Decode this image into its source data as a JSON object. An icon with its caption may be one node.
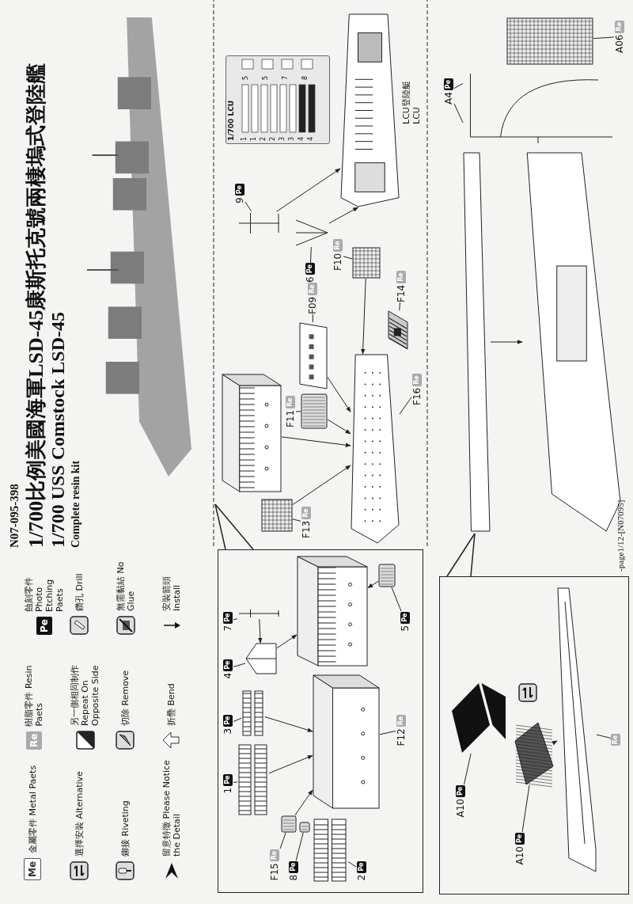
{
  "diagram": {
    "title": "1/700比例美國海軍LSD-45康斯托克號兩棲塢式登陸艦",
    "nodes": [
      {
        "text": [],
        "shape": "picture"
      },
      {
        "text": [],
        "shape": "box"
      },
      {
        "text": [
          "1",
          "Pe"
        ],
        "in": 1
      },
      {
        "text": [],
        "shape": "picture",
        "in": 1
      },
      {
        "text": [
          "2",
          "Pe"
        ],
        "in": 1
      },
      {
        "text": [],
        "shape": "picture",
        "in": 1
      },
      {
        "text": [
          "3",
          "Pe"
        ],
        "in": 1
      },
      {
        "text": [],
        "shape": "picture",
        "in": 1
      },
      {
        "text": [
          "F15",
          "Re"
        ],
        "in": 1
      },
      {
        "text": [],
        "shape": "picture",
        "in": 1
      },
      {
        "text": [
          "8",
          "Pe"
        ],
        "in": 1
      },
      {
        "text": [],
        "shape": "picture",
        "in": 1
      },
      {
        "text": [],
        "shape": "picture",
        "in": 1
      },
      {
        "text": [
          "F12",
          "Re"
        ],
        "in": 1
      },
      {
        "text": [
          "7",
          "Pe"
        ],
        "in": 1
      },
      {
        "text": [],
        "shape": "picture",
        "in": 1
      },
      {
        "text": [
          "4",
          "Pe"
        ],
        "in": 1
      },
      {
        "text": [],
        "shape": "picture",
        "in": 1
      },
      {
        "text": [],
        "shape": "picture",
        "in": 1
      },
      {
        "text": [
          "5",
          "Pe"
        ],
        "in": 1
      },
      {
        "text": [],
        "shape": "picture",
        "in": 1
      },
      {
        "text": [],
        "shape": "picture"
      },
      {
        "text": [
          "F13",
          "Re"
        ]
      },
      {
        "text": [],
        "shape": "picture"
      },
      {
        "text": [],
        "shape": "picture"
      },
      {
        "text": [
          "F11",
          "Re"
        ]
      },
      {
        "text": [],
        "shape": "picture"
      },
      {
        "text": [
          "F09",
          "Re"
        ]
      },
      {
        "text": [],
        "shape": "picture"
      },
      {
        "text": [
          "F16",
          "Re"
        ]
      },
      {
        "text": [
          "F10",
          "Re"
        ]
      },
      {
        "text": [],
        "shape": "picture"
      },
      {
        "text": [],
        "shape": "picture"
      },
      {
        "text": [
          "F14",
          "Re"
        ]
      },
      {
        "text": [
          "9",
          "Pe"
        ]
      },
      {
        "text": [],
        "shape": "picture"
      },
      {
        "text": [
          "6",
          "Pe"
        ]
      },
      {
        "text": [],
        "shape": "picture"
      },
      {
        "text": [],
        "shape": "picture",
        "beside": [
          "LCU登陸艇",
          "LCU"
        ]
      },
      {
        "text": [
          "A4",
          "Pe"
        ]
      },
      {
        "text": [],
        "shape": "picture"
      },
      {
        "text": [
          "A06",
          "Re"
        ]
      },
      {
        "text": [],
        "shape": "picture"
      },
      {
        "text": [],
        "shape": "picture"
      },
      {
        "text": [],
        "shape": "picture"
      },
      {
        "text": [],
        "shape": "box"
      },
      {
        "text": [
          "A10",
          "Pe"
        ],
        "in": 45
      },
      {
        "text": [],
        "shape": "picture",
        "in": 45
      },
      {
        "text": [
          "A10",
          "Pe"
        ],
        "in": 45
      },
      {
        "text": [],
        "shape": "picture",
        "in": 45
      },
      {
        "text": [
          "Re"
        ],
        "in": 45
      },
      {
        "text": [],
        "shape": "picture",
        "in": 45
      }
    ],
    "edges": [
      {
        "from": 2,
        "to": 3,
        "arrow": "none"
      },
      {
        "from": 4,
        "to": 5,
        "arrow": "none"
      },
      {
        "from": 6,
        "to": 7,
        "arrow": "none"
      },
      {
        "from": 8,
        "to": 9,
        "arrow": "none"
      },
      {
        "from": 10,
        "to": 11,
        "arrow": "none"
      },
      {
        "from": 13,
        "to": 12,
        "arrow": "none"
      },
      {
        "from": 14,
        "to": 15,
        "arrow": "none"
      },
      {
        "from": 16,
        "to": 17,
        "arrow": "none"
      },
      {
        "from": 19,
        "to": 20,
        "arrow": "none"
      },
      {
        "from": 3,
        "to": 12,
        "arrow": "to"
      },
      {
        "from": 7,
        "to": 12,
        "arrow": "to"
      },
      {
        "from": 9,
        "to": 12,
        "arrow": "to"
      },
      {
        "from": 15,
        "to": 17,
        "arrow": "to"
      },
      {
        "from": 17,
        "to": 18,
        "arrow": "to"
      },
      {
        "from": 20,
        "to": 18,
        "arrow": "to"
      },
      {
        "from": 22,
        "to": 23,
        "arrow": "none"
      },
      {
        "from": 25,
        "to": 24,
        "arrow": "none"
      },
      {
        "from": 27,
        "to": 26,
        "arrow": "none"
      },
      {
        "from": 29,
        "to": 28,
        "arrow": "none"
      },
      {
        "from": 30,
        "to": 31,
        "arrow": "none"
      },
      {
        "from": 33,
        "to": 32,
        "arrow": "none"
      },
      {
        "from": 34,
        "to": 35,
        "arrow": "none"
      },
      {
        "from": 36,
        "to": 37,
        "arrow": "none"
      },
      {
        "from": 21,
        "to": 28,
        "arrow": "to"
      },
      {
        "from": 23,
        "to": 28,
        "arrow": "to"
      },
      {
        "from": 24,
        "to": 28,
        "arrow": "to"
      },
      {
        "from": 26,
        "to": 28,
        "arrow": "to"
      },
      {
        "from": 31,
        "to": 28,
        "arrow": "to"
      },
      {
        "from": 35,
        "to": 38,
        "arrow": "to"
      },
      {
        "from": 37,
        "to": 38,
        "arrow": "to"
      },
      {
        "from": 39,
        "to": 40,
        "arrow": "none"
      },
      {
        "from": 39,
        "to": 40,
        "arrow": "none"
      },
      {
        "from": 41,
        "to": 42,
        "arrow": "none"
      },
      {
        "from": 43,
        "to": 44,
        "arrow": "to"
      },
      {
        "from": 46,
        "to": 47,
        "arrow": "none"
      },
      {
        "from": 48,
        "to": 49,
        "arrow": "none"
      },
      {
        "from": 50,
        "to": 51,
        "arrow": "none"
      },
      {
        "from": 49,
        "to": 51,
        "arrow": "to"
      }
    ],
    "labels": [
      "N07-095-398",
      "1/700 USS Comstock LSD-45",
      "Complete resin kit",
      "Me",
      "Re",
      "Pe",
      "1/700 LCU",
      "1",
      "1",
      "2",
      "2",
      "3",
      "3",
      "4",
      "4",
      "5",
      "5",
      "7",
      "8",
      "-page1/12-[N07095]"
    ],
    "legend": [
      {
        "text": "金屬零件 Metal Paets"
      },
      {
        "text": "樹脂零件 Resin Paets"
      },
      {
        "text": "蝕刻零件 Photo Etching Paets"
      },
      {
        "text": "選擇安裝 Alternative"
      },
      {
        "text": "另一側相同制作 Repeat On Opposite Side"
      },
      {
        "text": "鑽孔 Drill"
      },
      {
        "text": "鉚接 Riveting"
      },
      {
        "text": "切除 Remove"
      },
      {
        "text": "無需黏結 No Glue"
      },
      {
        "text": "留意特徵 Please Notice the Detail"
      },
      {
        "text": "折疊 Bend"
      },
      {
        "text": "安裝箭頭 Install"
      }
    ]
  }
}
